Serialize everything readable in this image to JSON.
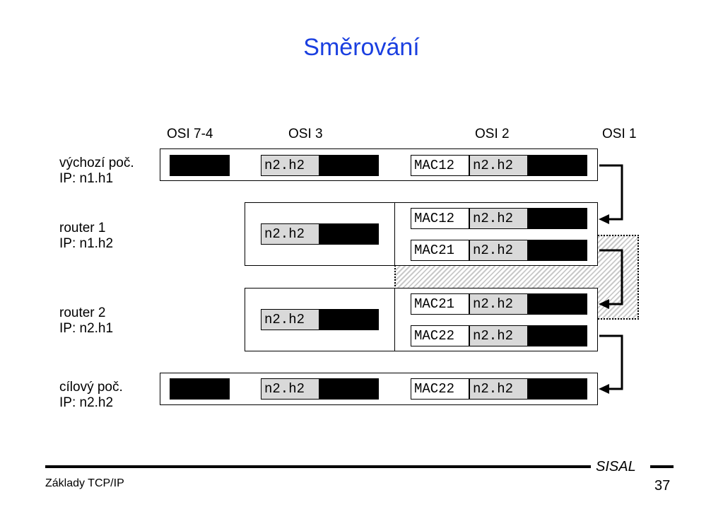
{
  "slide": {
    "title": "Směrování",
    "osi_headers": {
      "l74": "OSI 7-4",
      "l3": "OSI 3",
      "l2": "OSI 2",
      "l1": "OSI 1"
    },
    "rows": {
      "source": {
        "name": "výchozí poč.",
        "ip": "IP: n1.h1",
        "l3_addr": "n2.h2",
        "l2_mac": "MAC12",
        "l2_addr": "n2.h2"
      },
      "router1": {
        "name": "router 1",
        "ip": "IP: n1.h2",
        "l3_addr": "n2.h2",
        "in_mac": "MAC12",
        "in_addr": "n2.h2",
        "out_mac": "MAC21",
        "out_addr": "n2.h2"
      },
      "router2": {
        "name": "router 2",
        "ip": "IP: n2.h1",
        "l3_addr": "n2.h2",
        "in_mac": "MAC21",
        "in_addr": "n2.h2",
        "out_mac": "MAC22",
        "out_addr": "n2.h2"
      },
      "dest": {
        "name": "cílový poč.",
        "ip": "IP: n2.h2",
        "l3_addr": "n2.h2",
        "l2_mac": "MAC22",
        "l2_addr": "n2.h2"
      }
    },
    "footer": {
      "left": "Základy TCP/IP",
      "brand": "SISAL",
      "page": "37"
    }
  }
}
